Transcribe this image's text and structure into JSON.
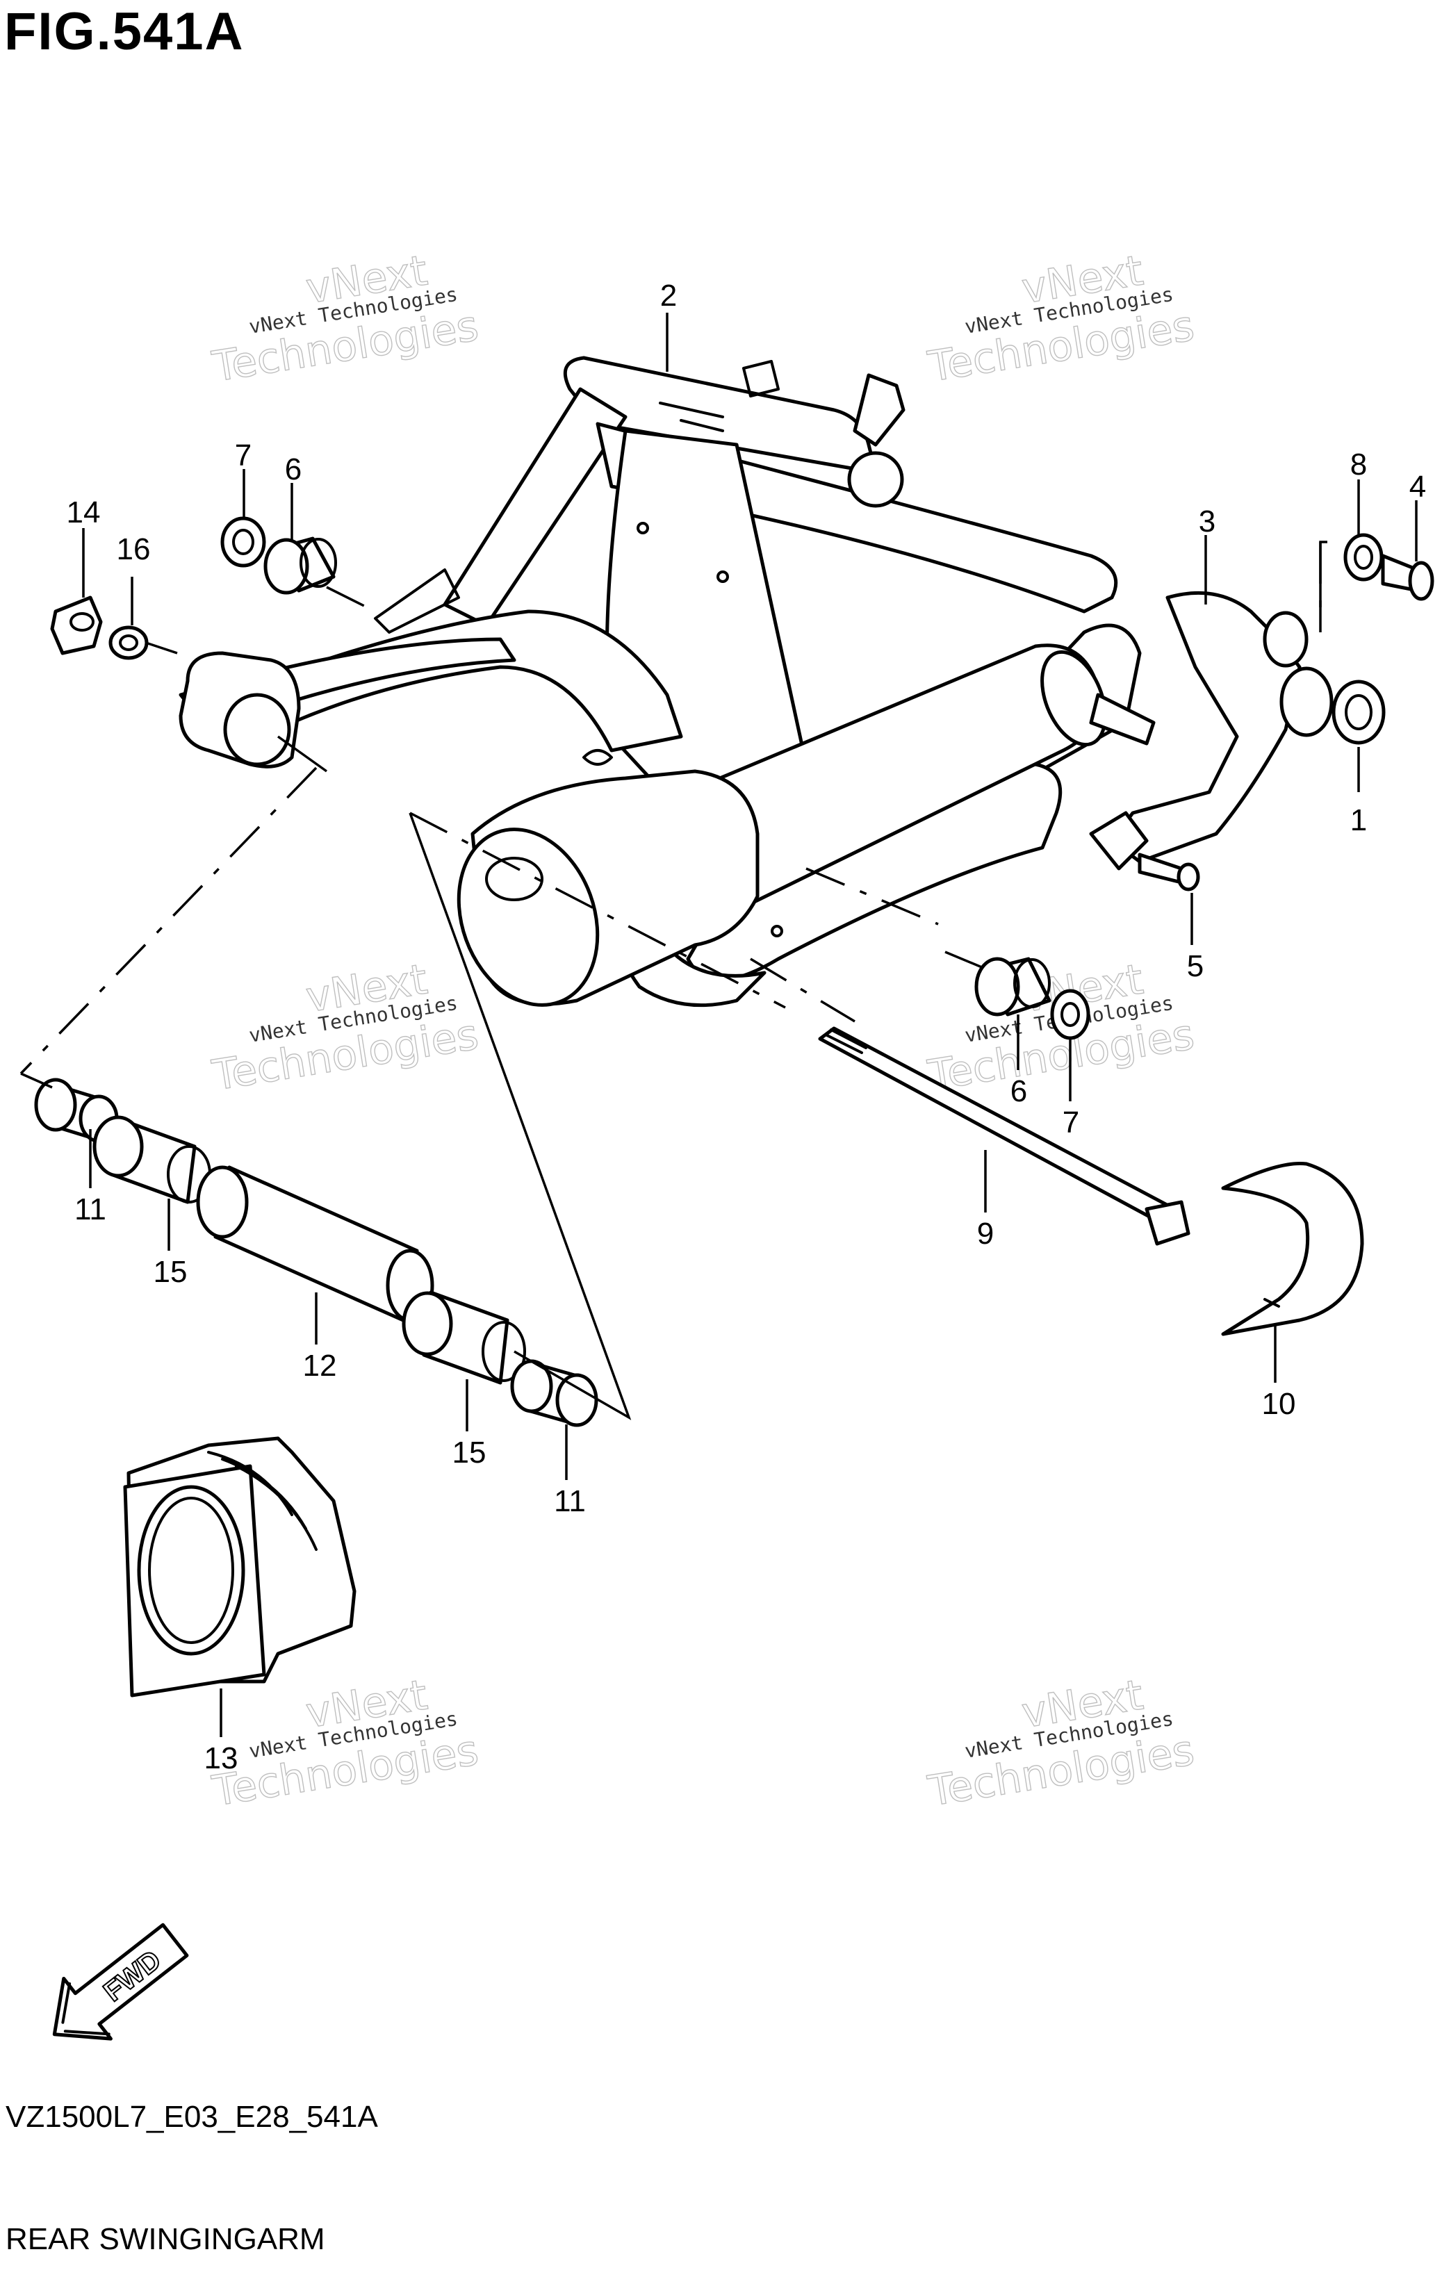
{
  "figure": {
    "title": "FIG.541A",
    "model_code": "VZ1500L7_E03_E28_541A",
    "section_name": "REAR SWINGINGARM",
    "fwd_label": "FWD"
  },
  "watermarks": [
    {
      "small": "vNext Technologies",
      "big1": "vNext",
      "big2": "Technologies"
    },
    {
      "small": "vNext Technologies",
      "big1": "vNext",
      "big2": "Technologies"
    },
    {
      "small": "vNext Technologies",
      "big1": "vNext",
      "big2": "Technologies"
    },
    {
      "small": "vNext Technologies",
      "big1": "vNext",
      "big2": "Technologies"
    },
    {
      "small": "vNext Technologies",
      "big1": "vNext",
      "big2": "Technologies"
    },
    {
      "small": "vNext Technologies",
      "big1": "vNext",
      "big2": "Technologies"
    }
  ],
  "callouts": [
    "1",
    "2",
    "3",
    "4",
    "5",
    "6",
    "6",
    "7",
    "7",
    "8",
    "9",
    "10",
    "11",
    "11",
    "12",
    "13",
    "14",
    "15",
    "15",
    "16"
  ]
}
